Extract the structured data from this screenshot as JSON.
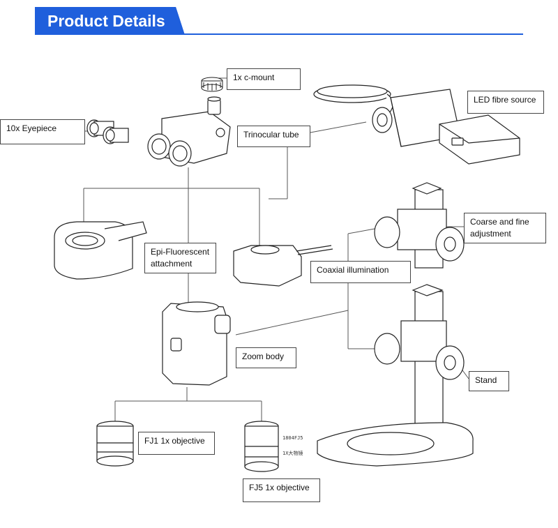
{
  "header": {
    "title": "Product Details"
  },
  "labels": {
    "c_mount": "1x c-mount",
    "led_fibre": "LED fibre source",
    "eyepiece": "10x Eyepiece",
    "trinocular": "Trinocular tube",
    "coarse_fine": "Coarse and fine adjustment",
    "epi_fluorescent": "Epi-Fluorescent attachment",
    "coaxial": "Coaxial illumination",
    "zoom_body": "Zoom body",
    "stand": "Stand",
    "fj1": "FJ1 1x objective",
    "fj5": "FJ5 1x objective"
  },
  "engravings": {
    "objective_code": "1804FJ5",
    "objective_cn": "1X大物镜"
  },
  "colors": {
    "accent": "#1f5fdc",
    "line": "#555555"
  }
}
